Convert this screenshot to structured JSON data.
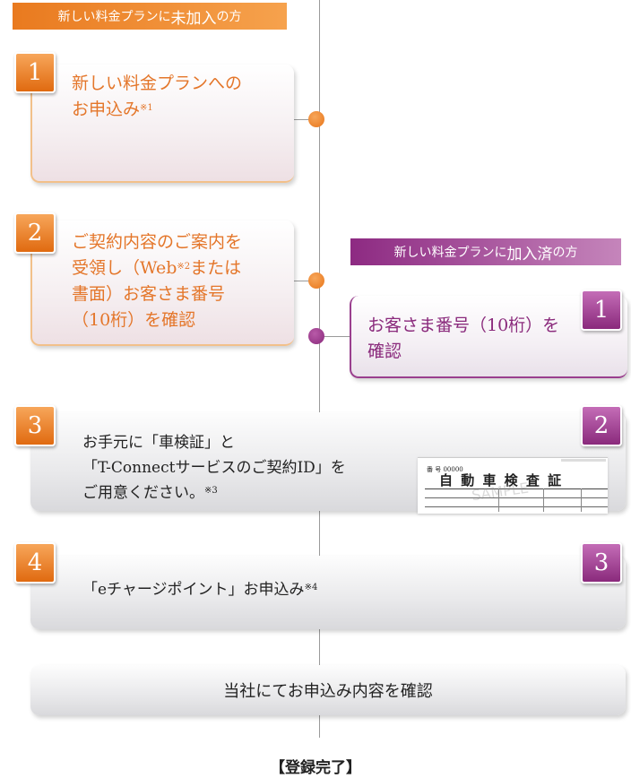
{
  "banners": {
    "new_small": "新しい料金プランに",
    "new_big": "未加入",
    "new_suffix": "の方",
    "joined_small": "新しい料金プランに",
    "joined_big": "加入済",
    "joined_suffix": "の方"
  },
  "left_steps": [
    {
      "number": "1",
      "line1": "新しい料金プランへの",
      "line2": "お申込み",
      "note": "※1"
    },
    {
      "number": "2",
      "line1": "ご契約内容のご案内を",
      "line2a": "受領し（Web",
      "note": "※2",
      "line2b": "または",
      "line3": "書面）お客さま番号",
      "line4": "（10桁）を確認"
    },
    {
      "number": "3",
      "line1": "お手元に「車検証」と",
      "line2": "「T-Connectサービスのご契約ID」を",
      "line3": "ご用意ください。",
      "note": "※3"
    },
    {
      "number": "4",
      "line1": "「eチャージポイント」お申込み",
      "note": "※4"
    }
  ],
  "right_steps": [
    {
      "number": "1",
      "line1": "お客さま番号（10桁）を",
      "line2": "確認"
    },
    {
      "number": "2"
    },
    {
      "number": "3"
    }
  ],
  "confirm_text": "当社にてお申込み内容を確認",
  "complete_text": "【登録完了】",
  "doc_image": {
    "number_label": "番 号",
    "number_value": "00000",
    "title": "自 動 車 検 査 証",
    "watermark": "SAMPLE"
  },
  "colors": {
    "orange": "#e8761a",
    "purple": "#8a2a7c"
  }
}
